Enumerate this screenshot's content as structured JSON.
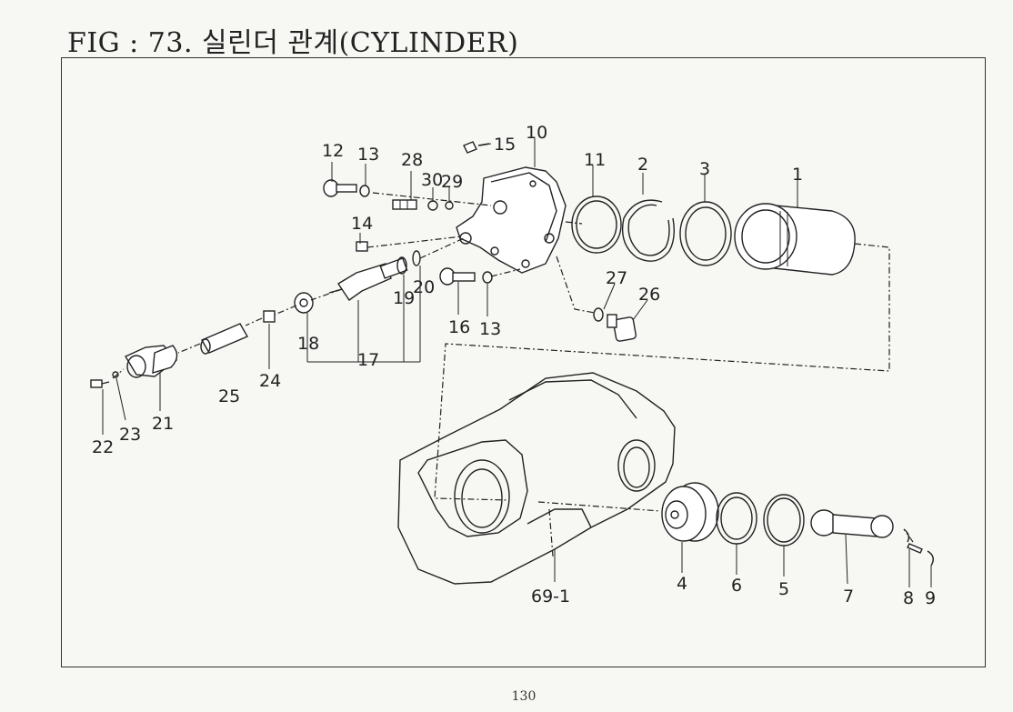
{
  "title": "FIG : 73. 실린더 관계(CYLINDER)",
  "page_number": "130",
  "part_labels": {
    "p1": "1",
    "p2": "2",
    "p3": "3",
    "p4": "4",
    "p5": "5",
    "p6": "6",
    "p7": "7",
    "p8": "8",
    "p9": "9",
    "p10": "10",
    "p11": "11",
    "p12": "12",
    "p13a": "13",
    "p13b": "13",
    "p14": "14",
    "p15": "15",
    "p16": "16",
    "p17": "17",
    "p18": "18",
    "p19": "19",
    "p20": "20",
    "p21": "21",
    "p22": "22",
    "p23": "23",
    "p24": "24",
    "p25": "25",
    "p26": "26",
    "p27": "27",
    "p28": "28",
    "p29": "29",
    "p30": "30",
    "p69_1": "69-1"
  }
}
